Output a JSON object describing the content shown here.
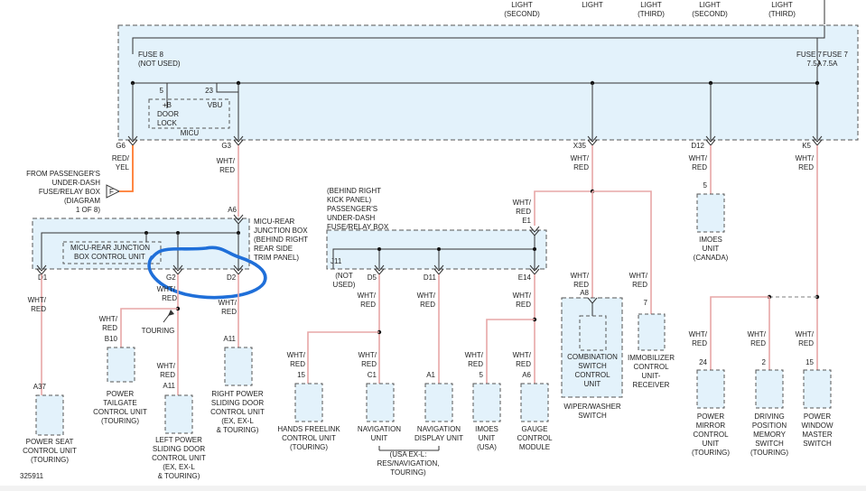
{
  "top_labels": [
    [
      "LIGHT",
      "(SECOND)"
    ],
    [
      "LIGHT"
    ],
    [
      "LIGHT",
      "(THIRD)"
    ],
    [
      "LIGHT",
      "(SECOND)"
    ],
    [
      "LIGHT",
      "(THIRD)"
    ]
  ],
  "fuse8": [
    "FUSE 8",
    "(NOT USED)"
  ],
  "fuse7": [
    "FUSE 7",
    "7.5A"
  ],
  "micu": {
    "pin5": "5",
    "pin23": "23",
    "b_plus": "+B",
    "vbu": "VBU",
    "door_lock": [
      "DOOR",
      "LOCK"
    ],
    "name": "MICU"
  },
  "connectors": {
    "g6": "G6",
    "g3": "G3",
    "x35": "X35",
    "d12": "D12",
    "k5": "K5",
    "a6": "A6",
    "d1": "D1",
    "g2": "G2",
    "d2": "D2",
    "e1": "E1",
    "j11": "J11",
    "d5": "D5",
    "d11": "D11",
    "e14": "E14",
    "a8": "A8",
    "p7": "7",
    "b10": "B10",
    "a11a": "A11",
    "a11b": "A11",
    "a37": "A37",
    "p15a": "15",
    "c1": "C1",
    "a1": "A1",
    "p5a": "5",
    "a6b": "A6",
    "p5b": "5",
    "p24": "24",
    "p2": "2",
    "p15b": "15"
  },
  "wires": {
    "red_yel": [
      "RED/",
      "YEL"
    ],
    "wht_red": [
      "WHT/",
      "RED"
    ]
  },
  "from_passenger": [
    "FROM PASSENGER'S",
    "UNDER-DASH",
    "FUSE/RELAY BOX",
    "(DIAGRAM",
    "1 OF 8)"
  ],
  "f_label": "F",
  "micu_rear_box": [
    "MICU-REAR",
    "JUNCTION BOX",
    "(BEHIND RIGHT",
    "REAR SIDE",
    "TRIM PANEL)"
  ],
  "micu_rear_control": [
    "MICU-REAR JUNCTION",
    "BOX CONTROL UNIT"
  ],
  "behind_right_kick": [
    "(BEHIND RIGHT",
    "KICK PANEL)",
    "PASSENGER'S",
    "UNDER-DASH",
    "FUSE/RELAY BOX"
  ],
  "not_used": [
    "(NOT",
    "USED)"
  ],
  "touring": "TOURING",
  "components": {
    "imoes_canada": [
      "IMOES",
      "UNIT",
      "(CANADA)"
    ],
    "power_seat": [
      "POWER SEAT",
      "CONTROL UNIT",
      "(TOURING)"
    ],
    "power_tailgate": [
      "POWER",
      "TAILGATE",
      "CONTROL UNIT",
      "(TOURING)"
    ],
    "left_sliding": [
      "LEFT POWER",
      "SLIDING DOOR",
      "CONTROL UNIT",
      "(EX, EX-L",
      "& TOURING)"
    ],
    "right_sliding": [
      "RIGHT POWER",
      "SLIDING DOOR",
      "CONTROL UNIT",
      "(EX, EX-L",
      "& TOURING)"
    ],
    "hands_free": [
      "HANDS FREELINK",
      "CONTROL UNIT",
      "(TOURING)"
    ],
    "nav_unit": [
      "NAVIGATION",
      "UNIT"
    ],
    "nav_display": [
      "NAVIGATION",
      "DISPLAY UNIT"
    ],
    "usa_note": [
      "(USA EX-L:",
      "RES/NAVIGATION,",
      "TOURING)"
    ],
    "imoes_usa": [
      "IMOES",
      "UNIT",
      "(USA)"
    ],
    "gauge": [
      "GAUGE",
      "CONTROL",
      "MODULE"
    ],
    "combo_switch": [
      "COMBINATION",
      "SWITCH",
      "CONTROL",
      "UNIT"
    ],
    "wiper_washer": [
      "WIPER/WASHER",
      "SWITCH"
    ],
    "immobilizer": [
      "IMMOBILIZER",
      "CONTROL",
      "UNIT-",
      "RECEIVER"
    ],
    "power_mirror": [
      "POWER",
      "MIRROR",
      "CONTROL",
      "UNIT",
      "(TOURING)"
    ],
    "driving_position": [
      "DRIVING",
      "POSITION",
      "MEMORY",
      "SWITCH",
      "(TOURING)"
    ],
    "power_window": [
      "POWER",
      "WINDOW",
      "MASTER",
      "SWITCH"
    ]
  },
  "figure_id": "325911",
  "colors": {
    "panel_fill": "#e3f2fb",
    "wire_red": "#e7a7a7",
    "wire_orange": "#ff7a2f",
    "annotation_blue": "#1f6fd9",
    "line_black": "#333333"
  }
}
